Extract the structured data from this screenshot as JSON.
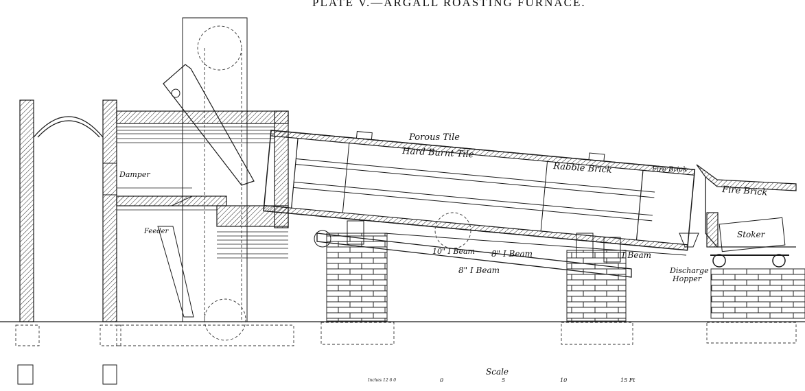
{
  "title": "PLATE V.—ARGALL ROASTING FURNACE.",
  "labels": {
    "porous_tile": "Porous Tile",
    "hard_burnt_tile": "Hard Burnt Tile",
    "rabble_brick": "Rabble Brick",
    "fire_brick_upper": "Fire Brick",
    "fire_brick_end": "Fire Brick",
    "damper": "Damper",
    "feeder": "Feeder",
    "stoker": "Stoker",
    "beam_10": "10\" I Beam",
    "beam_8_a": "8\" I Beam",
    "beam_8_b": "8\" I Beam",
    "beam_i": "I Beam",
    "discharge": "Discharge",
    "hopper": "Hopper"
  },
  "scale": {
    "title": "Scale",
    "inches": "Inches 12 6 0",
    "ticks": [
      "0",
      "5",
      "10",
      "15 Ft"
    ]
  },
  "colors": {
    "ink": "#1a1a1a",
    "paper": "#ffffff"
  }
}
